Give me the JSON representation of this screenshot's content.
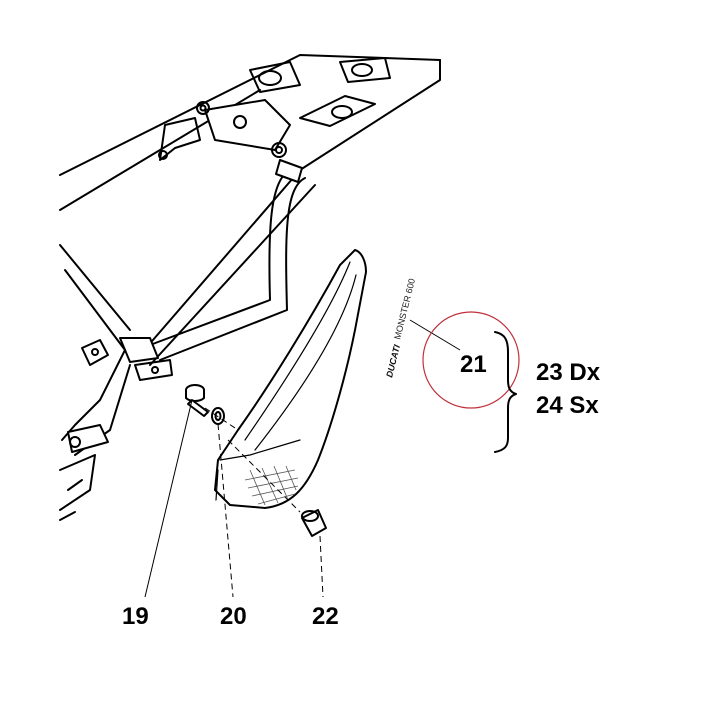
{
  "callouts": {
    "c19": "19",
    "c20": "20",
    "c21": "21",
    "c22": "22",
    "c23": "23 Dx",
    "c24": "24 Sx"
  },
  "panel": {
    "brand": "DUCATI",
    "model": "MONSTER 600"
  },
  "colors": {
    "highlight_circle": "#c0303a",
    "line": "#000000"
  }
}
